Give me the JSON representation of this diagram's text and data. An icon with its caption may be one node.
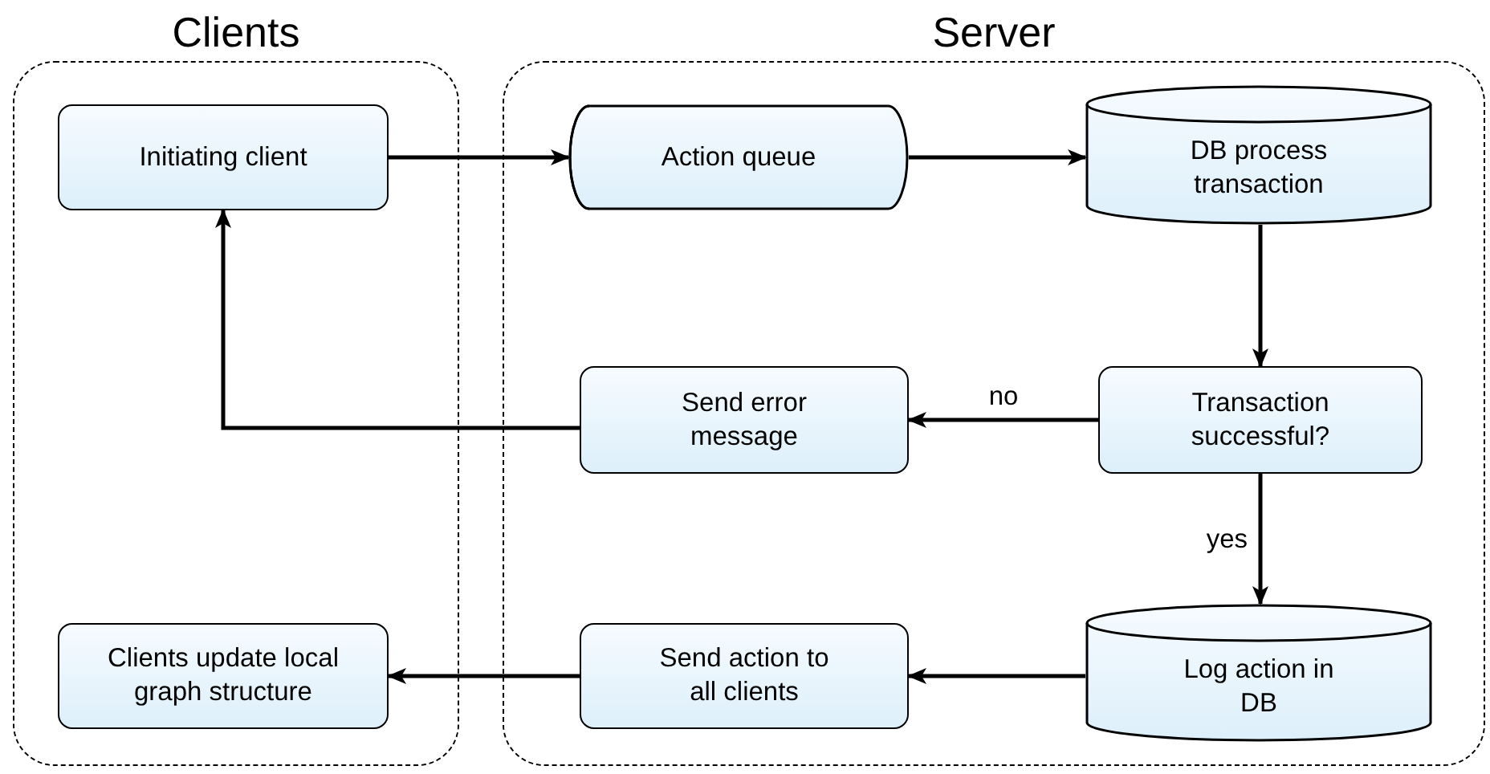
{
  "diagram": {
    "nodes": [
      {
        "text": [
          "Clients"
        ]
      },
      {
        "text": [
          "Initiating client"
        ],
        "in": 0
      },
      {
        "text": [
          "Server"
        ]
      },
      {
        "text": [
          "Action queue"
        ],
        "in": 2
      },
      {
        "text": [
          "DB process transaction"
        ],
        "in": 2
      },
      {
        "text": [
          "Transaction successful?"
        ],
        "in": 2
      },
      {
        "text": [
          "Send error message"
        ],
        "in": 2
      },
      {
        "text": [
          "Log action in DB"
        ],
        "in": 2
      },
      {
        "text": [
          "Send action to all clients"
        ],
        "in": 2
      },
      {
        "text": [
          "Clients update local graph structure"
        ],
        "in": 0
      }
    ],
    "edges": [
      {
        "from": 1,
        "to": 3,
        "arrow": "to"
      },
      {
        "from": 3,
        "to": 4,
        "arrow": "to"
      },
      {
        "from": 4,
        "to": 5,
        "arrow": "to"
      },
      {
        "from": 5,
        "to": 6,
        "arrow": "to",
        "label": "no"
      },
      {
        "from": 6,
        "to": 1,
        "arrow": "to"
      },
      {
        "from": 5,
        "to": 7,
        "arrow": "to",
        "label": "yes"
      },
      {
        "from": 7,
        "to": 8,
        "arrow": "to"
      },
      {
        "from": 8,
        "to": 9,
        "arrow": "to"
      }
    ]
  }
}
